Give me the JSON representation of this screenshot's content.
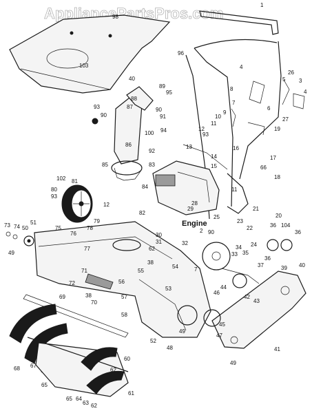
{
  "diagram": {
    "watermark": "AppliancePartsPros.com",
    "engine_label": "Engine",
    "part_numbers": {
      "n1": "1",
      "n2": "2",
      "n3": "3",
      "n4a": "4",
      "n4b": "4",
      "n5": "5",
      "n6": "6",
      "n7a": "7",
      "n7b": "7",
      "n8": "8",
      "n9": "9",
      "n10": "10",
      "n11a": "11",
      "n11b": "11",
      "n12a": "12",
      "n12b": "12",
      "n13": "13",
      "n14": "14",
      "n15": "15",
      "n16": "16",
      "n17": "17",
      "n18": "18",
      "n19": "19",
      "n20": "20",
      "n21": "21",
      "n22": "22",
      "n23": "23",
      "n24": "24",
      "n25": "25",
      "n26": "26",
      "n27": "27",
      "n28": "28",
      "n29": "29",
      "n30": "30",
      "n31": "31",
      "n32": "32",
      "n33": "33",
      "n34": "34",
      "n35": "35",
      "n36a": "36",
      "n36b": "36",
      "n36c": "36",
      "n37": "37",
      "n38a": "38",
      "n38b": "38",
      "n39": "39",
      "n40a": "40",
      "n40b": "40",
      "n41": "41",
      "n42": "42",
      "n43": "43",
      "n44": "44",
      "n45": "45",
      "n46": "46",
      "n47": "47",
      "n48": "48",
      "n49a": "49",
      "n49b": "49",
      "n49c": "49",
      "n50": "50",
      "n51": "51",
      "n52": "52",
      "n53": "53",
      "n54": "54",
      "n55": "55",
      "n56": "56",
      "n57": "57",
      "n58": "58",
      "n60": "60",
      "n61": "61",
      "n62a": "62",
      "n62b": "62",
      "n63": "63",
      "n64": "64",
      "n65a": "65",
      "n65b": "65",
      "n66": "66",
      "n67": "67",
      "n68": "68",
      "n69": "69",
      "n70": "70",
      "n71": "71",
      "n72": "72",
      "n73": "73",
      "n74": "74",
      "n75": "75",
      "n76": "76",
      "n77": "77",
      "n78": "78",
      "n79": "79",
      "n80": "80",
      "n81": "81",
      "n82": "82",
      "n83": "83",
      "n84": "84",
      "n85": "85",
      "n86": "86",
      "n87": "87",
      "n88": "88",
      "n89": "89",
      "n90a": "90",
      "n90b": "90",
      "n90c": "90",
      "n91": "91",
      "n92": "92",
      "n93a": "93",
      "n93b": "93",
      "n94": "94",
      "n95": "95",
      "n96": "96",
      "n98": "98",
      "n100": "100",
      "n102": "102",
      "n103": "103",
      "n104": "104"
    }
  }
}
